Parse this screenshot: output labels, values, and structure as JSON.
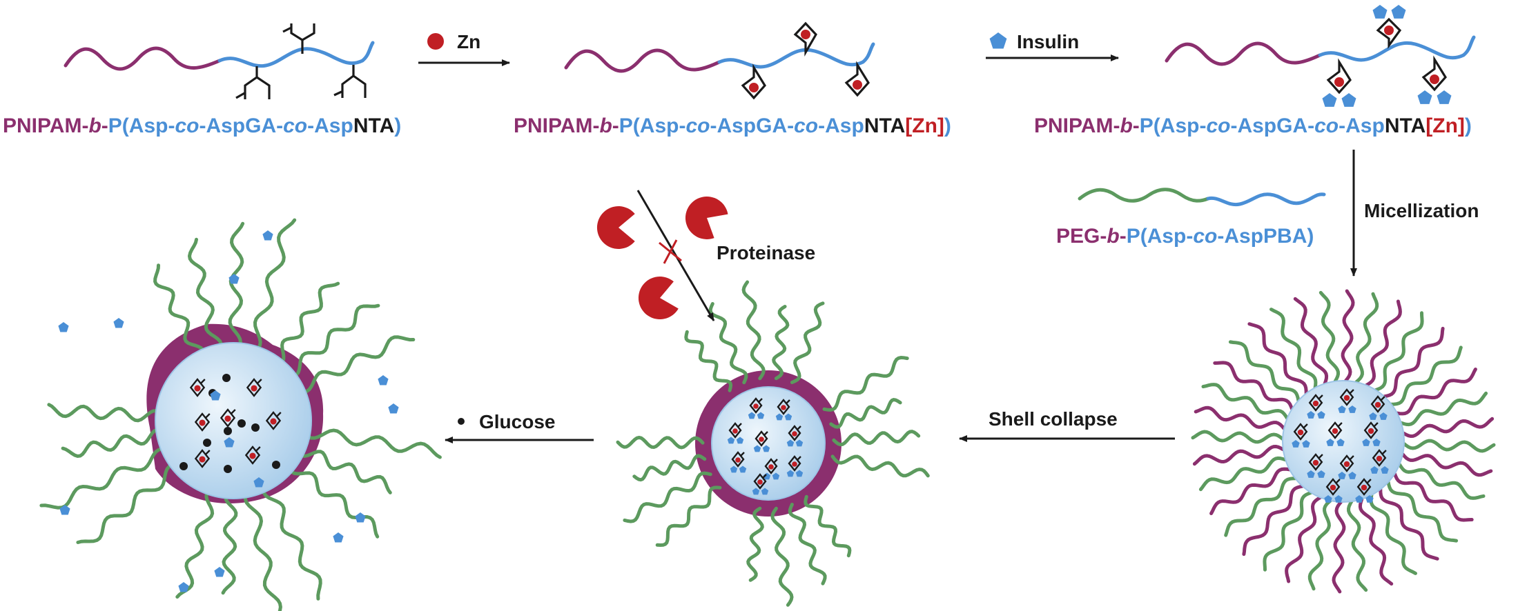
{
  "colors": {
    "pnipam": "#8b2f6e",
    "asp": "#4a8fd6",
    "peg": "#5c9a5e",
    "zinc": "#c01f24",
    "insulin": "#4a8fd6",
    "core_light": "#e8f3fb",
    "core_dark": "#aed0ec",
    "shell": "#8b2f6e",
    "proteinase": "#c01f24",
    "ink": "#1a1a1a"
  },
  "polymers": {
    "p1": {
      "pnipam": "PNIPAM-",
      "b": "b",
      "dash": "-",
      "p_open": "P(",
      "asp": "Asp-",
      "co1": "co",
      "aspga": "-AspGA-",
      "co2": "co",
      "asp2": "-Asp",
      "nta": "NTA",
      "close": ")"
    },
    "p2": {
      "pnipam": "PNIPAM-",
      "b": "b",
      "dash": "-",
      "p_open": "P(",
      "asp": "Asp-",
      "co1": "co",
      "aspga": "-AspGA-",
      "co2": "co",
      "asp2": "-Asp",
      "nta": "NTA",
      "zn": "[Zn]",
      "close": ")"
    },
    "p3": {
      "pnipam": "PNIPAM-",
      "b": "b",
      "dash": "-",
      "p_open": "P(",
      "asp": "Asp-",
      "co1": "co",
      "aspga": "-AspGA-",
      "co2": "co",
      "asp2": "-Asp",
      "nta": "NTA",
      "zn": "[Zn]",
      "close": ")"
    },
    "peg": {
      "peg": "PEG-",
      "b": "b",
      "dash": "-",
      "p_open": "P(",
      "asp": "Asp-",
      "co": "co",
      "asppba": "-AspPBA)"
    }
  },
  "steps": {
    "zn": "Zn",
    "insulin": "Insulin",
    "micellization": "Micellization",
    "shell_collapse": "Shell collapse",
    "proteinase": "Proteinase",
    "glucose": "Glucose"
  }
}
